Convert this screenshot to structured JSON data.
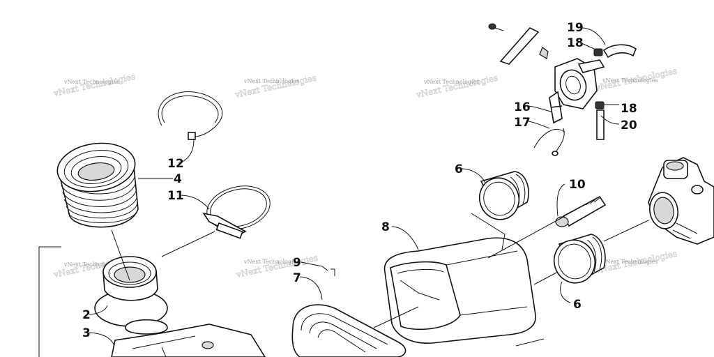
{
  "watermark": "vNext Technologies",
  "callouts": [
    {
      "id": "c19",
      "label": "19"
    },
    {
      "id": "c18a",
      "label": "18"
    },
    {
      "id": "c16",
      "label": "16"
    },
    {
      "id": "c17",
      "label": "17"
    },
    {
      "id": "c18b",
      "label": "18"
    },
    {
      "id": "c20",
      "label": "20"
    },
    {
      "id": "c12",
      "label": "12"
    },
    {
      "id": "c4",
      "label": "4"
    },
    {
      "id": "c11",
      "label": "11"
    },
    {
      "id": "c6a",
      "label": "6"
    },
    {
      "id": "c10",
      "label": "10"
    },
    {
      "id": "c8",
      "label": "8"
    },
    {
      "id": "c9",
      "label": "9"
    },
    {
      "id": "c7",
      "label": "7"
    },
    {
      "id": "c6b",
      "label": "6"
    },
    {
      "id": "c2",
      "label": "2"
    },
    {
      "id": "c3",
      "label": "3"
    }
  ]
}
